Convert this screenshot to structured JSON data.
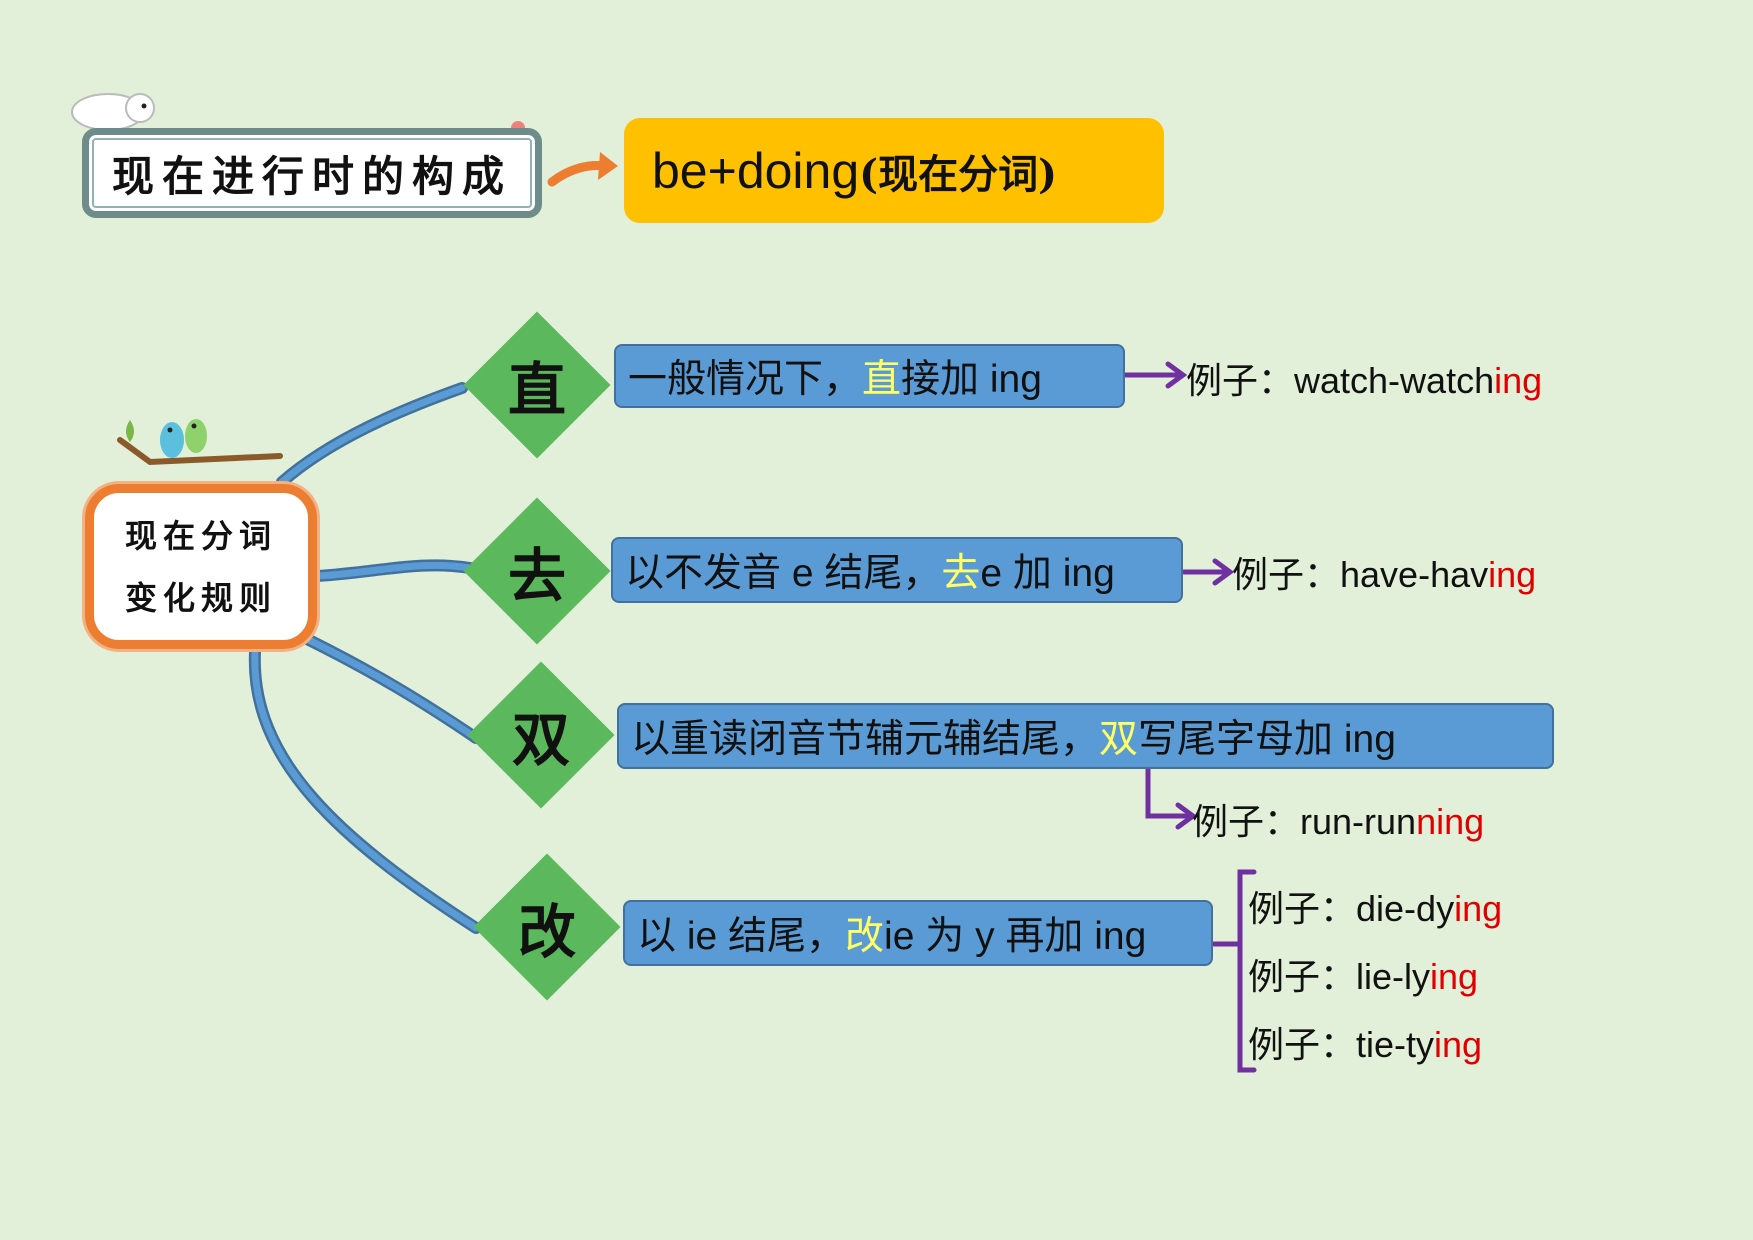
{
  "title": "现在进行时的构成",
  "formula": {
    "main": "be+doing",
    "paren": "(现在分词)"
  },
  "center": {
    "line1": "现在分词",
    "line2": "变化规则"
  },
  "rules": [
    {
      "char": "直",
      "pre": "一般情况下，",
      "hl": "直",
      "post": "接加 ing",
      "examples": [
        {
          "label": "例子：",
          "base": "watch-watch",
          "suffix": "ing"
        }
      ]
    },
    {
      "char": "去",
      "pre": "以不发音 e 结尾，",
      "hl": "去",
      "post": " e 加 ing",
      "examples": [
        {
          "label": "例子：",
          "base": "have-hav",
          "suffix": "ing"
        }
      ]
    },
    {
      "char": "双",
      "pre": "以重读闭音节辅元辅结尾，",
      "hl": "双",
      "post": "写尾字母加 ing",
      "examples": [
        {
          "label": "例子：",
          "base": "run-run",
          "suffix": "ning"
        }
      ]
    },
    {
      "char": "改",
      "pre": "以 ie 结尾，",
      "hl": "改",
      "post": " ie 为 y 再加 ing",
      "examples": [
        {
          "label": "例子：",
          "base": "die-dy",
          "suffix": "ing"
        },
        {
          "label": "例子：",
          "base": "lie-ly",
          "suffix": "ing"
        },
        {
          "label": "例子：",
          "base": "tie-ty",
          "suffix": "ing"
        }
      ]
    }
  ],
  "colors": {
    "background": "#e2efd9",
    "diamond": "#5cb85c",
    "rule_box": "#5b9bd5",
    "highlight": "#ffff66",
    "suffix": "#e00000",
    "arrow": "#7030a0",
    "formula": "#ffc000",
    "center_border": "#ed7d31"
  }
}
